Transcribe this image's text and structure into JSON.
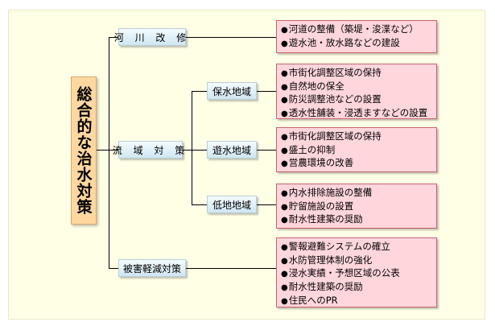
{
  "root": {
    "label": "総合的な治水対策"
  },
  "categories": {
    "river": "河 川 改 修",
    "basin": "流 域 対 策",
    "damage": "被害軽減対策"
  },
  "areas": {
    "retention": "保水地域",
    "detention": "遊水地域",
    "lowland": "低地地域"
  },
  "measures": {
    "river": [
      "河道の整備（築堤・浚渫など）",
      "遊水池・放水路などの建設"
    ],
    "retention": [
      "市街化調整区域の保持",
      "自然地の保全",
      "防災調整池などの設置",
      "透水性舗装・浸透ますなどの設置"
    ],
    "detention": [
      "市街化調整区域の保持",
      "盛土の抑制",
      "営農環境の改善"
    ],
    "lowland": [
      "内水排除施設の整備",
      "貯留施設の設置",
      "耐水性建築の奨励"
    ],
    "damage": [
      "警報避難システムの確立",
      "水防管理体制の強化",
      "浸水実績・予想区域の公表",
      "耐水性建築の奨励",
      "住民へのPR"
    ]
  }
}
